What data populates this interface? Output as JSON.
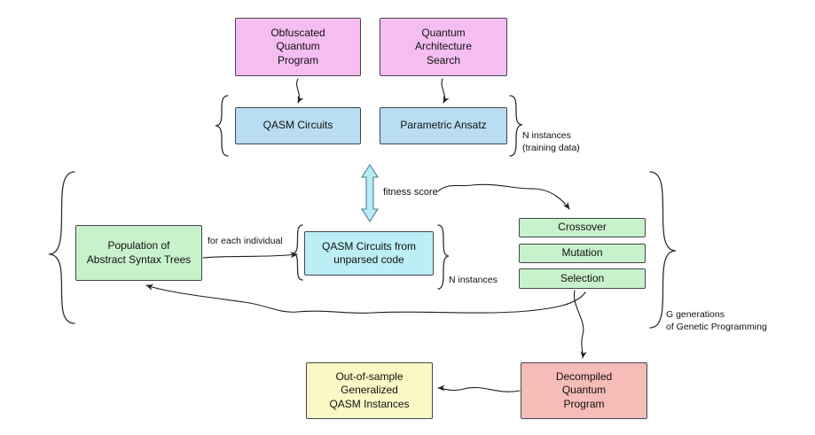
{
  "boxes": {
    "obfuscated_quantum_program": {
      "label": "Obfuscated\nQuantum\nProgram",
      "fill": "#f5bdf0"
    },
    "quantum_architecture_search": {
      "label": "Quantum\nArchitecture\nSearch",
      "fill": "#f5bdf0"
    },
    "qasm_circuits": {
      "label": "QASM Circuits",
      "fill": "#b9ddf2"
    },
    "parametric_ansatz": {
      "label": "Parametric Ansatz",
      "fill": "#b9ddf2"
    },
    "population_ast": {
      "label": "Population of\nAbstract Syntax Trees",
      "fill": "#c8f2cc"
    },
    "qasm_circuits_unparsed": {
      "label": "QASM Circuits from\nunparsed code",
      "fill": "#bceef5"
    },
    "crossover": {
      "label": "Crossover",
      "fill": "#c8f2cc"
    },
    "mutation": {
      "label": "Mutation",
      "fill": "#c8f2cc"
    },
    "selection": {
      "label": "Selection",
      "fill": "#c8f2cc"
    },
    "out_of_sample": {
      "label": "Out-of-sample\nGeneralized\nQASM Instances",
      "fill": "#faf8c5"
    },
    "decompiled_quantum_program": {
      "label": "Decompiled\nQuantum\nProgram",
      "fill": "#f6bcb8"
    }
  },
  "annotations": {
    "n_instances_training": "N instances\n(training data)",
    "fitness_score": "fitness score",
    "for_each_individual": "for each individual",
    "n_instances": "N instances",
    "g_generations": "G generations\nof Genetic Programming"
  },
  "colors": {
    "pink": "#f5bdf0",
    "blue": "#b9ddf2",
    "cyan": "#bceef5",
    "green": "#c8f2cc",
    "yellow": "#faf8c5",
    "salmon": "#f6bcb8",
    "box_border": "#44464f",
    "arrow": "#1f1f1f",
    "fitness_arrow_fill": "#b5ecf5",
    "fitness_arrow_stroke": "#4d7f94",
    "text": "#111111"
  }
}
